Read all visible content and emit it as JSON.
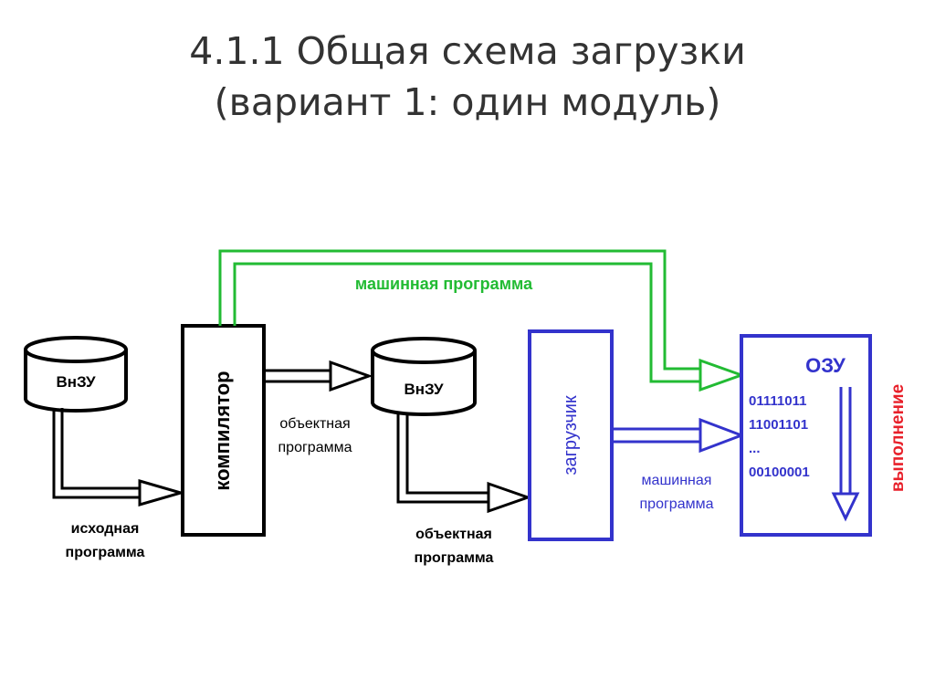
{
  "slide": {
    "title_line1": "4.1.1 Общая схема загрузки",
    "title_line2": "(вариант 1: один модуль)"
  },
  "diagram": {
    "colors": {
      "black": "#000000",
      "green": "#22bb33",
      "blue": "#3333cc",
      "red": "#e8202a"
    },
    "storage_left": {
      "label": "ВнЗУ"
    },
    "storage_mid": {
      "label": "ВнЗУ"
    },
    "compiler": {
      "label": "компилятор"
    },
    "loader": {
      "label": "загрузчик"
    },
    "ram": {
      "label": "ОЗУ",
      "lines": [
        "01111011",
        "11001101",
        "...",
        "00100001"
      ]
    },
    "execution_label": "выполнение",
    "labels": {
      "source_program_1": "исходная",
      "source_program_2": "программа",
      "object_program_top_1": "объектная",
      "object_program_top_2": "программа",
      "object_program_bottom_1": "объектная",
      "object_program_bottom_2": "программа",
      "machine_program_green": "машинная программа",
      "machine_program_blue_1": "машинная",
      "machine_program_blue_2": "программа"
    }
  }
}
